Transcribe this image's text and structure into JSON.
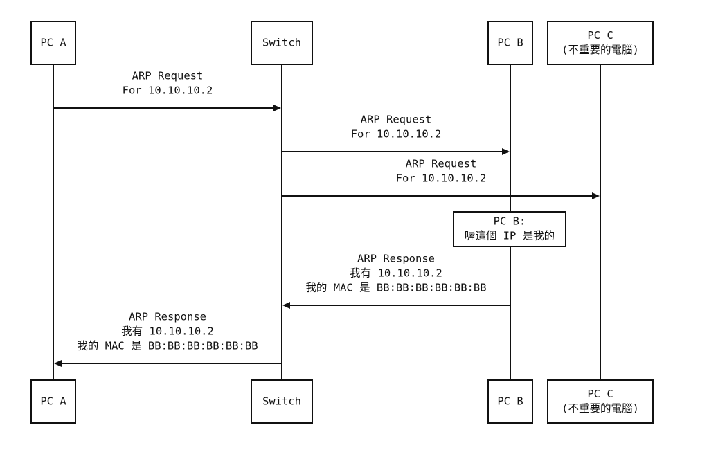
{
  "participants": [
    {
      "id": "pc-a",
      "lines": [
        "PC A"
      ]
    },
    {
      "id": "switch",
      "lines": [
        "Switch"
      ]
    },
    {
      "id": "pc-b",
      "lines": [
        "PC B"
      ]
    },
    {
      "id": "pc-c",
      "lines": [
        "PC C",
        "(不重要的電腦)"
      ]
    }
  ],
  "messages": [
    {
      "from": "pc-a",
      "to": "switch",
      "lines": [
        "ARP Request",
        "For 10.10.10.2"
      ]
    },
    {
      "from": "switch",
      "to": "pc-b",
      "lines": [
        "ARP Request",
        "For 10.10.10.2"
      ]
    },
    {
      "from": "switch",
      "to": "pc-c",
      "lines": [
        "ARP Request",
        "For 10.10.10.2"
      ]
    },
    {
      "from": "pc-b",
      "to": "switch",
      "lines": [
        "ARP Response",
        "我有 10.10.10.2",
        "我的 MAC 是 BB:BB:BB:BB:BB:BB"
      ]
    },
    {
      "from": "switch",
      "to": "pc-a",
      "lines": [
        "ARP Response",
        "我有 10.10.10.2",
        "我的 MAC 是 BB:BB:BB:BB:BB:BB"
      ]
    }
  ],
  "note": {
    "on": "pc-b",
    "lines": [
      "PC B:",
      "喔這個 IP 是我的"
    ]
  }
}
